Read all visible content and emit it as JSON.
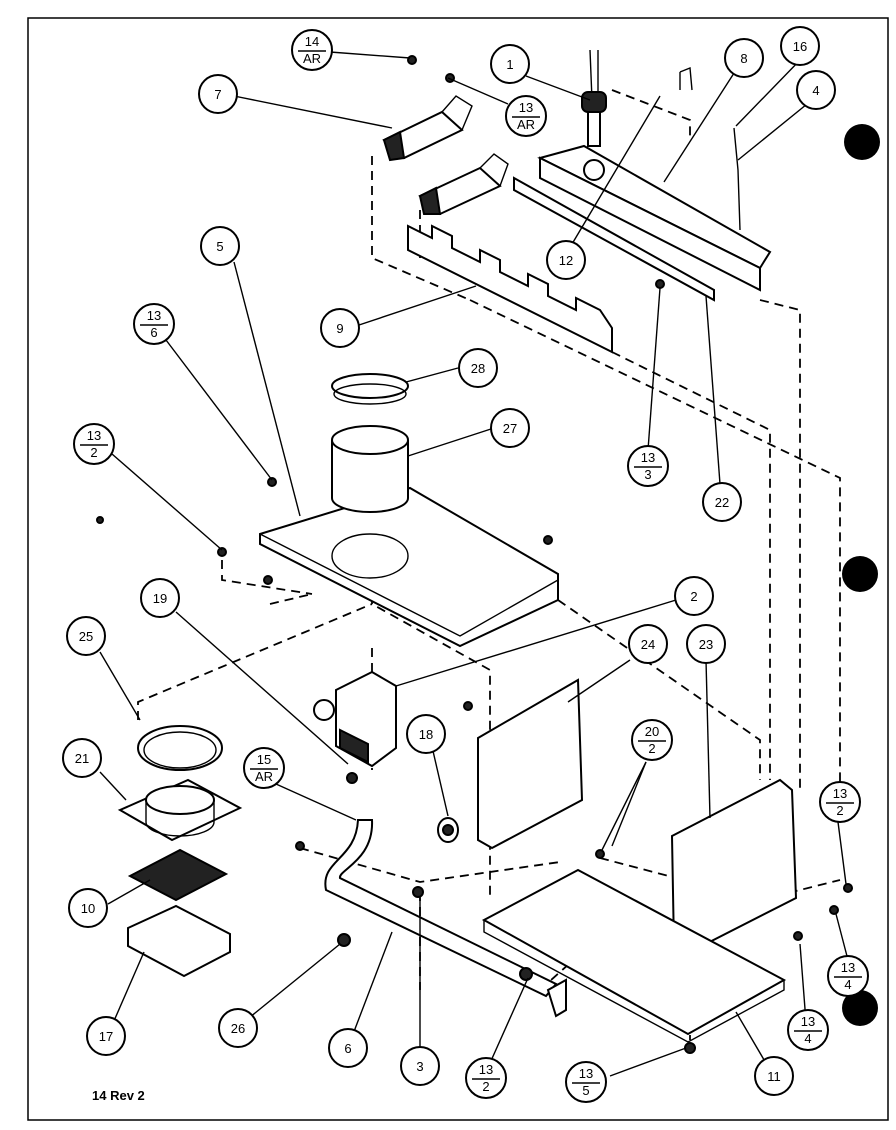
{
  "callouts": [
    {
      "id": "c1",
      "label": "1"
    },
    {
      "id": "c2",
      "label": "2"
    },
    {
      "id": "c3",
      "label": "3"
    },
    {
      "id": "c4",
      "label": "4"
    },
    {
      "id": "c5",
      "label": "5"
    },
    {
      "id": "c6",
      "label": "6"
    },
    {
      "id": "c7",
      "label": "7"
    },
    {
      "id": "c8",
      "label": "8"
    },
    {
      "id": "c9",
      "label": "9"
    },
    {
      "id": "c10",
      "label": "10"
    },
    {
      "id": "c11",
      "label": "11"
    },
    {
      "id": "c12",
      "label": "12"
    },
    {
      "id": "c16",
      "label": "16"
    },
    {
      "id": "c17",
      "label": "17"
    },
    {
      "id": "c18",
      "label": "18"
    },
    {
      "id": "c19",
      "label": "19"
    },
    {
      "id": "c21",
      "label": "21"
    },
    {
      "id": "c22",
      "label": "22"
    },
    {
      "id": "c23",
      "label": "23"
    },
    {
      "id": "c24",
      "label": "24"
    },
    {
      "id": "c25",
      "label": "25"
    },
    {
      "id": "c26",
      "label": "26"
    },
    {
      "id": "c27",
      "label": "27"
    },
    {
      "id": "c28",
      "label": "28"
    }
  ],
  "fraction_callouts": [
    {
      "id": "f14ar",
      "top": "14",
      "bottom": "AR"
    },
    {
      "id": "f13ar",
      "top": "13",
      "bottom": "AR"
    },
    {
      "id": "f13_6",
      "top": "13",
      "bottom": "6"
    },
    {
      "id": "f13_2a",
      "top": "13",
      "bottom": "2"
    },
    {
      "id": "f13_3",
      "top": "13",
      "bottom": "3"
    },
    {
      "id": "f15ar",
      "top": "15",
      "bottom": "AR"
    },
    {
      "id": "f20_2",
      "top": "20",
      "bottom": "2"
    },
    {
      "id": "f13_2b",
      "top": "13",
      "bottom": "2"
    },
    {
      "id": "f13_4a",
      "top": "13",
      "bottom": "4"
    },
    {
      "id": "f13_4b",
      "top": "13",
      "bottom": "4"
    },
    {
      "id": "f13_2c",
      "top": "13",
      "bottom": "2"
    },
    {
      "id": "f13_5",
      "top": "13",
      "bottom": "5"
    }
  ],
  "footer": "14 Rev 2"
}
